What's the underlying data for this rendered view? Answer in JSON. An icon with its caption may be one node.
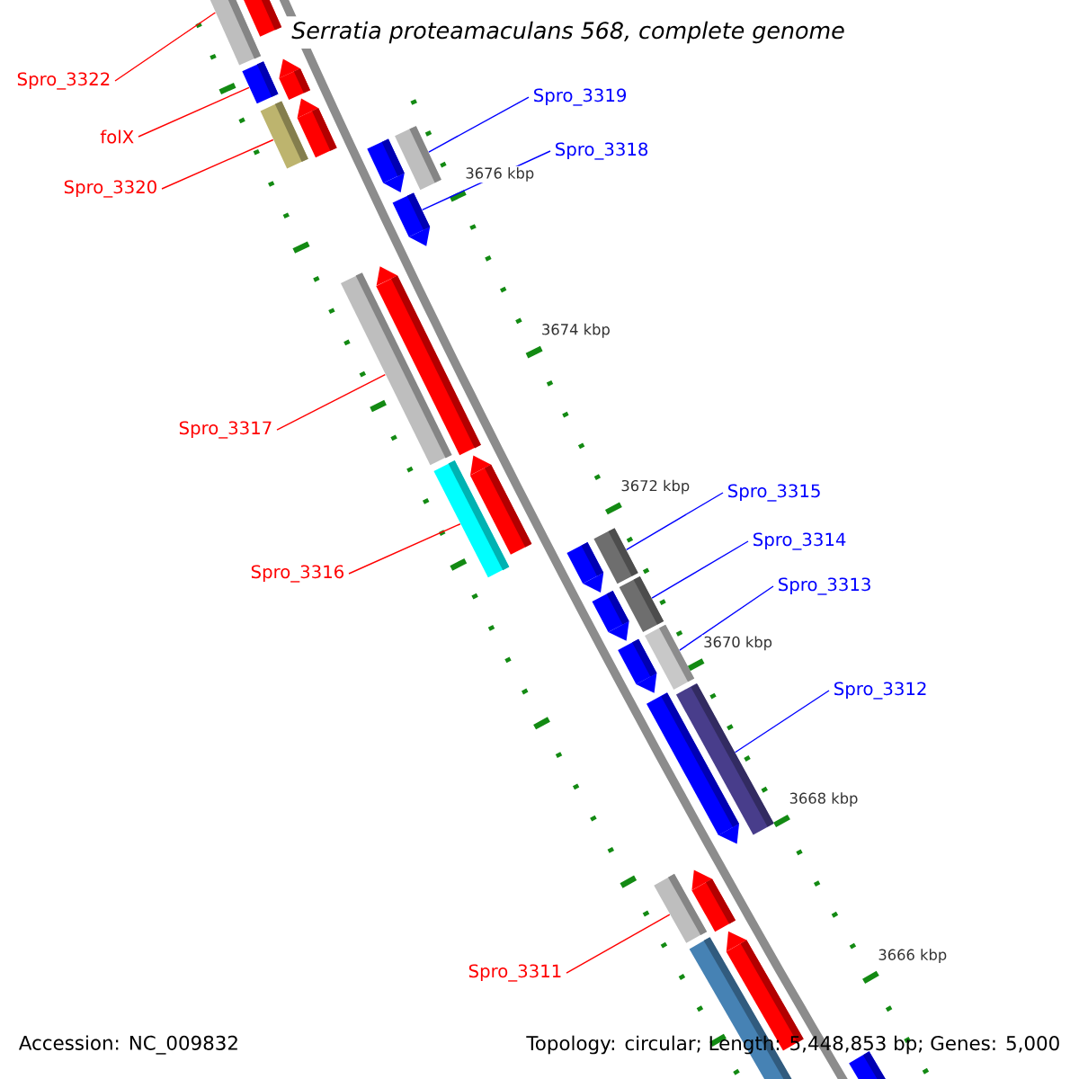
{
  "diagram": {
    "title": "Serratia proteamaculans 568, complete genome",
    "nodes": [
      {
        "text": [
          "Spro_3322"
        ]
      },
      {
        "text": [
          "Spro_3319"
        ]
      },
      {
        "text": [
          "folX"
        ]
      },
      {
        "text": [
          "Spro_3318"
        ]
      },
      {
        "text": [
          "Spro_3320"
        ]
      },
      {
        "text": [
          "Spro_3317"
        ]
      },
      {
        "text": [
          "Spro_3315"
        ]
      },
      {
        "text": [
          "Spro_3314"
        ]
      },
      {
        "text": [
          "Spro_3316"
        ]
      },
      {
        "text": [
          "Spro_3313"
        ]
      },
      {
        "text": [
          "Spro_3312"
        ]
      },
      {
        "text": [
          "Spro_3311"
        ]
      },
      {
        "text": [],
        "shape": "bar"
      },
      {
        "text": [],
        "shape": "pentagon"
      },
      {
        "text": [],
        "shape": "bar"
      },
      {
        "text": [],
        "shape": "pentagon"
      },
      {
        "text": [],
        "shape": "bar"
      },
      {
        "text": [],
        "shape": "pentagon"
      },
      {
        "text": [],
        "shape": "pentagon"
      },
      {
        "text": [],
        "shape": "bar"
      },
      {
        "text": [],
        "shape": "pentagon"
      },
      {
        "text": [],
        "shape": "bar"
      },
      {
        "text": [],
        "shape": "pentagon"
      },
      {
        "text": [],
        "shape": "pentagon"
      },
      {
        "text": [],
        "shape": "bar"
      },
      {
        "text": [],
        "shape": "pentagon"
      },
      {
        "text": [],
        "shape": "bar"
      },
      {
        "text": [],
        "shape": "pentagon"
      },
      {
        "text": [],
        "shape": "bar"
      },
      {
        "text": [],
        "shape": "pentagon"
      },
      {
        "text": [],
        "shape": "bar"
      },
      {
        "text": [],
        "shape": "pentagon"
      },
      {
        "text": [],
        "shape": "bar"
      },
      {
        "text": [],
        "shape": "bar"
      },
      {
        "text": [],
        "shape": "pentagon"
      },
      {
        "text": [],
        "shape": "pentagon"
      },
      {
        "text": [],
        "shape": "bar"
      },
      {
        "text": [],
        "shape": "pentagon"
      }
    ],
    "edges": [
      {
        "from": 0,
        "to": 12,
        "arrow": "none",
        "color": "#ff0000"
      },
      {
        "from": 1,
        "to": 19,
        "arrow": "none",
        "color": "#0000ff"
      },
      {
        "from": 2,
        "to": 14,
        "arrow": "none",
        "color": "#ff0000"
      },
      {
        "from": 3,
        "to": 20,
        "arrow": "none",
        "color": "#0000ff"
      },
      {
        "from": 4,
        "to": 16,
        "arrow": "none",
        "color": "#ff0000"
      },
      {
        "from": 5,
        "to": 21,
        "arrow": "none",
        "color": "#ff0000"
      },
      {
        "from": 6,
        "to": 26,
        "arrow": "none",
        "color": "#0000ff"
      },
      {
        "from": 7,
        "to": 28,
        "arrow": "none",
        "color": "#0000ff"
      },
      {
        "from": 8,
        "to": 24,
        "arrow": "none",
        "color": "#ff0000"
      },
      {
        "from": 9,
        "to": 30,
        "arrow": "none",
        "color": "#0000ff"
      },
      {
        "from": 10,
        "to": 32,
        "arrow": "none",
        "color": "#0000ff"
      },
      {
        "from": 11,
        "to": 33,
        "arrow": "none",
        "color": "#ff0000"
      }
    ],
    "labels": [
      "3676 kbp",
      "3674 kbp",
      "3672 kbp",
      "3670 kbp",
      "3668 kbp",
      "3666 kbp",
      "Accession: NC_009832",
      "Topology: circular; Length: 5,448,853 bp; Genes: 5,000"
    ]
  }
}
